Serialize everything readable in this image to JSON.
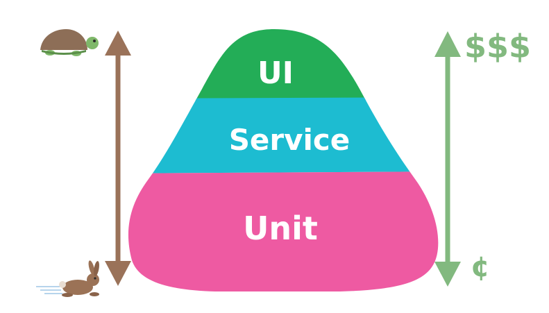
{
  "pyramid": {
    "layers": [
      {
        "label": "UI",
        "color": "#23ad57"
      },
      {
        "label": "Service",
        "color": "#1dbcd1"
      },
      {
        "label": "Unit",
        "color": "#ee5aa2"
      }
    ]
  },
  "speed_axis": {
    "color": "#9a7259",
    "top_icon": "turtle-icon",
    "bottom_icon": "rabbit-icon"
  },
  "cost_axis": {
    "color": "#82b97f",
    "top_label": "$$$",
    "bottom_label": "¢"
  }
}
